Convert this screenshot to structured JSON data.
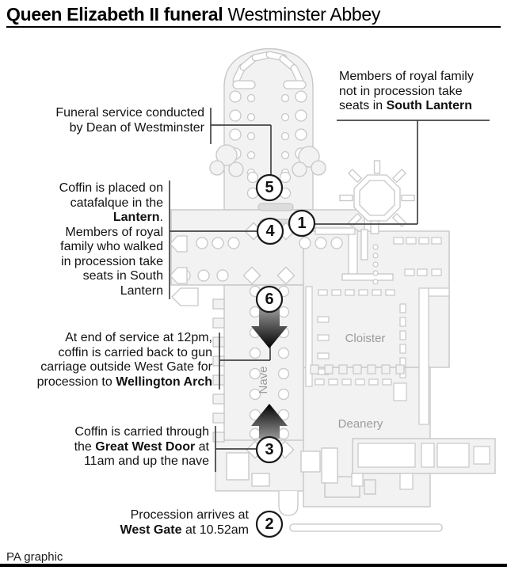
{
  "title": {
    "bold": "Queen Elizabeth II funeral",
    "regular": "Westminster Abbey"
  },
  "footer": {
    "credit": "PA graphic"
  },
  "map": {
    "labels": {
      "cloister": "Cloister",
      "deanery": "Deanery",
      "nave": "Nave"
    },
    "markers": {
      "m1": "1",
      "m2": "2",
      "m3": "3",
      "m4": "4",
      "m5": "5",
      "m6": "6"
    }
  },
  "annotations": {
    "dean": {
      "s1": "Funeral service conducted\nby Dean of Westminster"
    },
    "catafalque": {
      "s1": "Coffin is placed on\ncatafalque in the\n",
      "b1": "Lantern",
      "s2": ".\nMembers of royal\nfamily who walked\nin procession take\nseats in South\nLantern"
    },
    "south_lantern": {
      "s1": "Members of royal family\nnot in procession take\nseats in ",
      "b1": "South Lantern"
    },
    "end_of_service": {
      "s1": "At end of service at 12pm,\ncoffin is carried back to gun\ncarriage outside West Gate for\nprocession to ",
      "b1": "Wellington Arch"
    },
    "west_door": {
      "s1": "Coffin is carried through\nthe ",
      "b1": "Great West Door",
      "s2": " at\n11am and up the nave"
    },
    "west_gate": {
      "s1": "Procession arrives at\n",
      "b1": "West Gate",
      "s2": " at 10.52am"
    }
  },
  "colors": {
    "plan_fill": "#f2f2f2",
    "plan_stroke": "#c7c7c7",
    "connector": "#444444",
    "label_gray": "#9b9b9b",
    "ink": "#111111",
    "arrow_dark": "#000000",
    "arrow_light": "#979797"
  }
}
